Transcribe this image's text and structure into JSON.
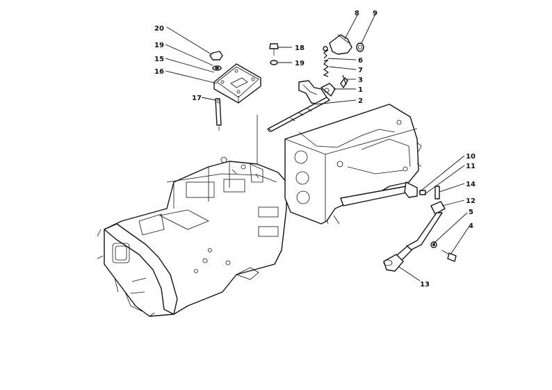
{
  "callouts": [
    {
      "id": "c1",
      "label": "1"
    },
    {
      "id": "c2",
      "label": "2"
    },
    {
      "id": "c3",
      "label": "3"
    },
    {
      "id": "c4",
      "label": "4"
    },
    {
      "id": "c5",
      "label": "5"
    },
    {
      "id": "c6",
      "label": "6"
    },
    {
      "id": "c7",
      "label": "7"
    },
    {
      "id": "c8",
      "label": "8"
    },
    {
      "id": "c9",
      "label": "9"
    },
    {
      "id": "c10",
      "label": "10"
    },
    {
      "id": "c11",
      "label": "11"
    },
    {
      "id": "c12",
      "label": "12"
    },
    {
      "id": "c13",
      "label": "13"
    },
    {
      "id": "c14",
      "label": "14"
    },
    {
      "id": "c15",
      "label": "15"
    },
    {
      "id": "c16",
      "label": "16"
    },
    {
      "id": "c17",
      "label": "17"
    },
    {
      "id": "c18",
      "label": "18"
    },
    {
      "id": "c19a",
      "label": "19"
    },
    {
      "id": "c19b",
      "label": "19"
    },
    {
      "id": "c20",
      "label": "20"
    }
  ]
}
